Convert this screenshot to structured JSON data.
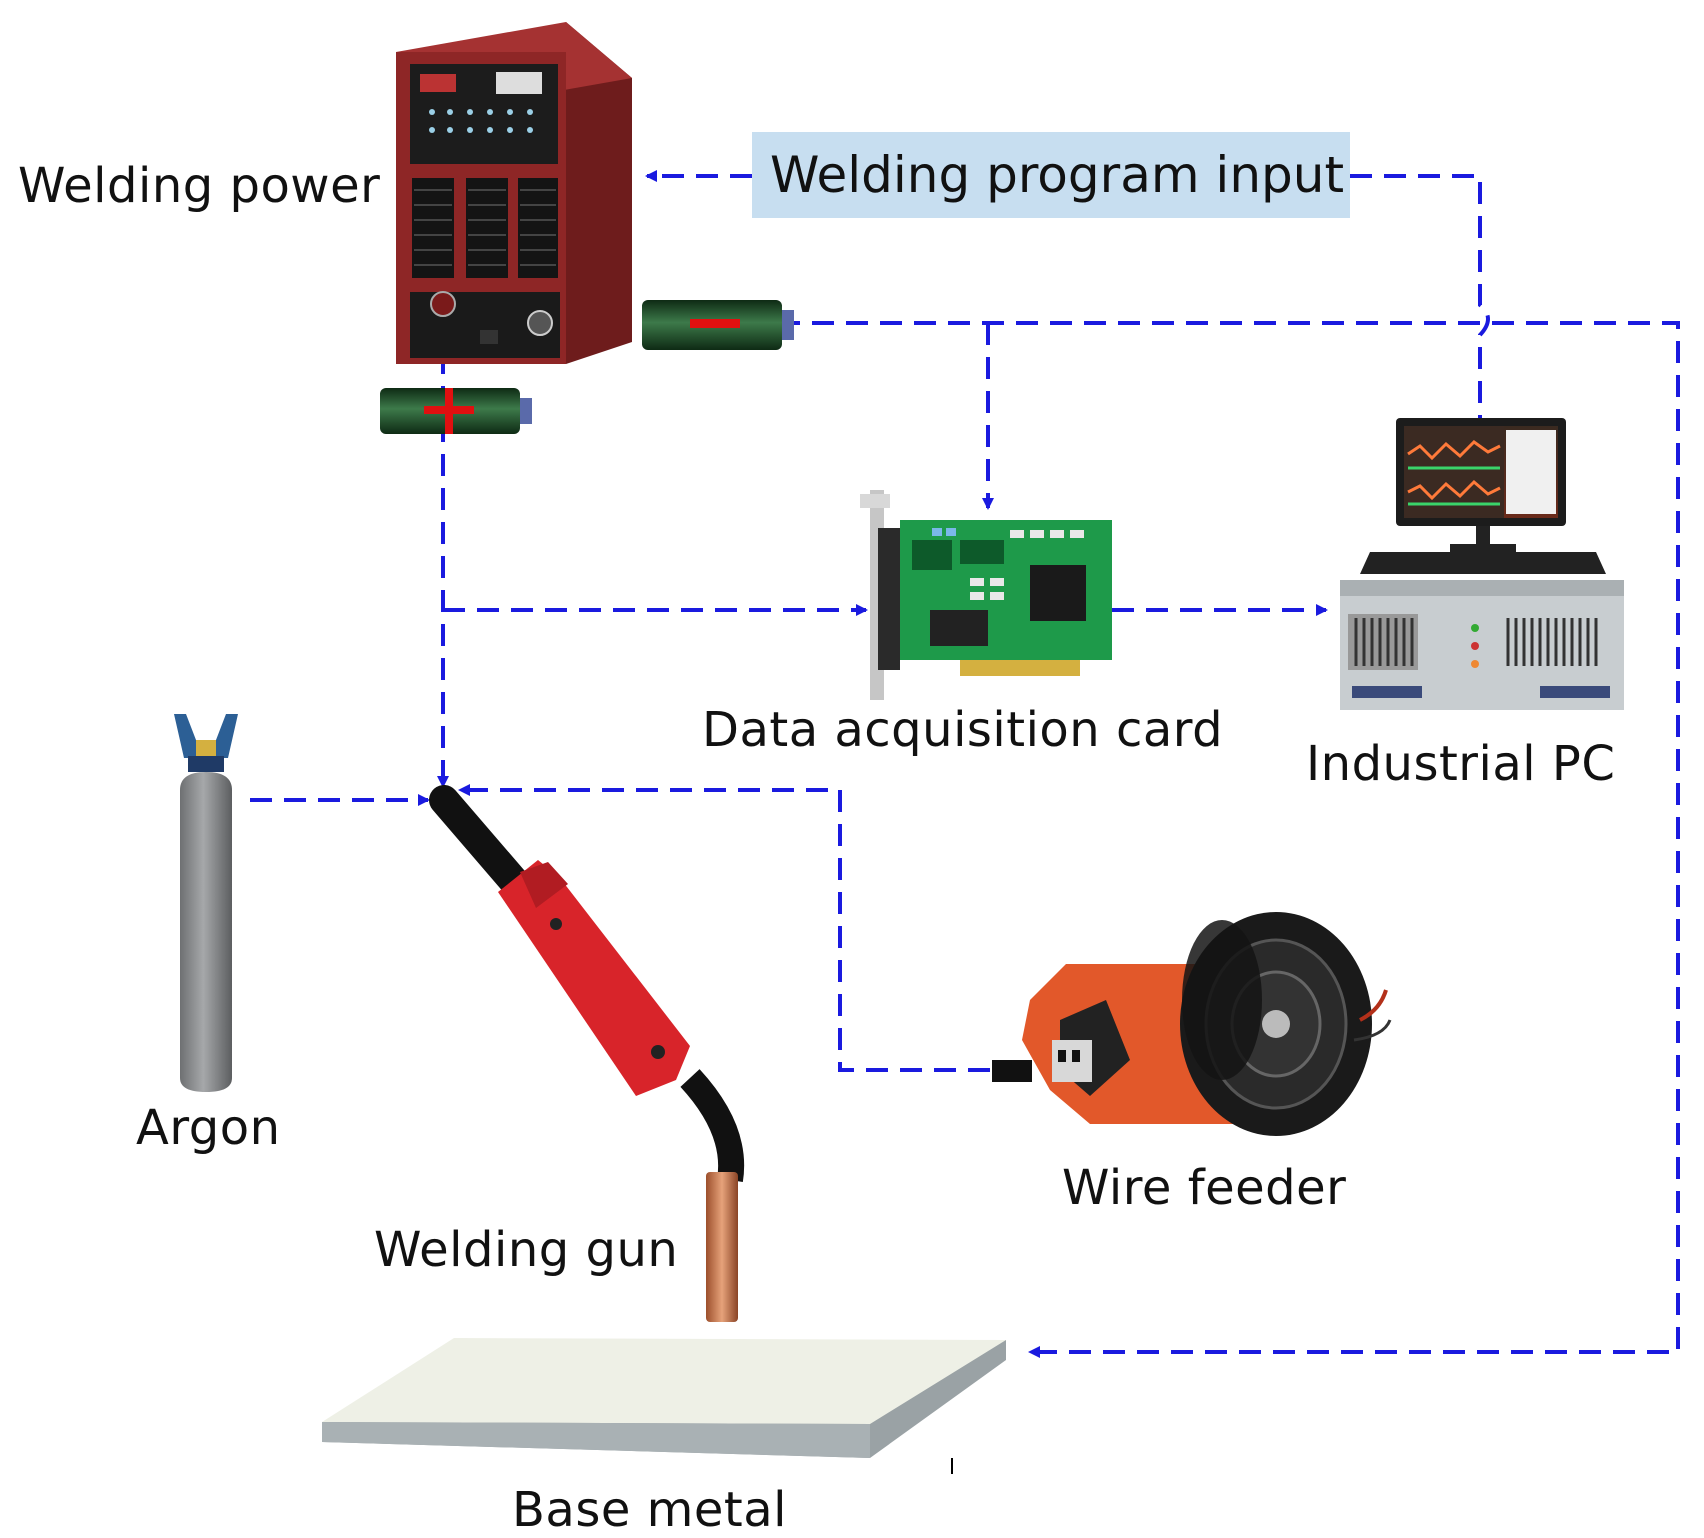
{
  "labels": {
    "welding_power": "Welding power",
    "welding_program_input": "Welding program input",
    "data_acquisition_card": "Data acquisition card",
    "industrial_pc": "Industrial PC",
    "argon": "Argon",
    "wire_feeder": "Wire feeder",
    "welding_gun": "Welding gun",
    "base_metal": "Base metal"
  },
  "connector_signs": {
    "negative": "−",
    "positive": "+"
  },
  "colors": {
    "arrow_line": "#1a1adf",
    "program_box": "#c7def0",
    "welder_body": "#8e2626",
    "connector_body": "#1e4a26",
    "connector_sign": "#e01010",
    "gun_handle": "#d8242a",
    "gun_nozzle": "#c9774a",
    "cylinder": "#8c8e90",
    "cylinder_valve": "#2c5f95",
    "feeder_frame": "#e2582a",
    "pcb": "#1e9a4a",
    "plate_top": "#eef0e6",
    "plate_side": "#9aa2a5"
  },
  "icons": [
    "welding-power-supply-icon",
    "connector-negative-icon",
    "connector-positive-icon",
    "data-acquisition-card-icon",
    "industrial-pc-icon",
    "argon-cylinder-icon",
    "welding-gun-icon",
    "wire-feeder-icon",
    "base-metal-plate-icon"
  ]
}
